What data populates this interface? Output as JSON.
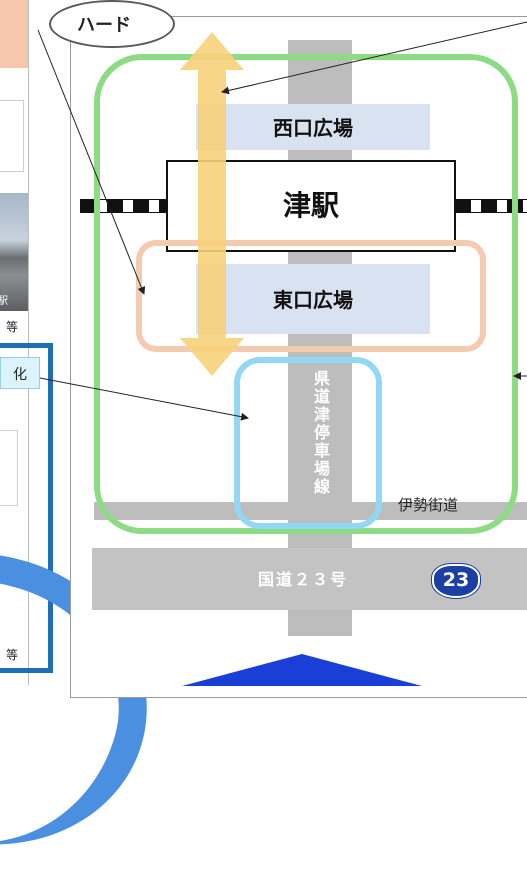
{
  "tag": {
    "label": "ハード"
  },
  "left_panel": {
    "photo_caption": "駅",
    "label_etc_1": "等",
    "cyan_tab_char": "化",
    "label_etc_2": "等"
  },
  "plazas": {
    "west": "西口広場",
    "east": "東口広場"
  },
  "station": {
    "name": "津駅"
  },
  "roads": {
    "prefectural": "県道津停車場線",
    "ise_kaido": "伊勢街道",
    "route23": "国道２３号",
    "route_shield_number": "23"
  },
  "colors": {
    "green_zone": "#8ddb84",
    "peach_zone": "#f4cbb0",
    "cyan_zone": "#92d8f4",
    "arrow_yellow": "#f7d27a",
    "plaza_fill": "#d8e2f0",
    "road_gray": "#bdbdbd",
    "frame_blue": "#1f6fb7",
    "shield_blue": "#1b3fa3"
  }
}
